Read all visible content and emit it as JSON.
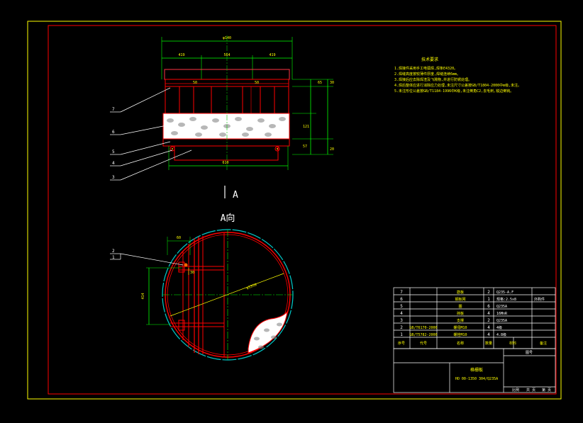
{
  "top_view": {
    "overall_width": "φ140",
    "segment_left": "419",
    "segment_mid": "564",
    "segment_right": "419",
    "bottom_width": "610",
    "inner_left": "50",
    "inner_right": "50",
    "right_dim_1": "65",
    "right_dim_2": "30",
    "right_dim_3": "121",
    "right_dim_4": "57",
    "right_dim_5": "20",
    "callouts": [
      "7",
      "6",
      "5",
      "4",
      "3"
    ],
    "view_mark": "A"
  },
  "plan_view": {
    "title": "A向",
    "dim_top": "60",
    "dim_small": "30",
    "dim_left": "414",
    "diameter": "φ1359",
    "callouts": [
      "2",
      "1"
    ]
  },
  "notes": {
    "title": "技术要求",
    "lines": [
      "1.焊接件采用手工电弧焊,焊条E4320。",
      "2.焊缝高度按较薄件厚度,焊缝连续6mm。",
      "3.焊接后应去除焊渣及飞溅物,并进行防锈处理。",
      "4.焊后整体应进行消除应力处理,未注尺寸公差按GB/T1804-2000中m级,未注。",
      "5.未注形位公差按GB/T1184-1996中K级,未注倒角C2,去毛刺,锐边倒钝。"
    ]
  },
  "bom": {
    "rows": [
      {
        "no": "7",
        "code": "",
        "name": "筋板",
        "qty": "2",
        "material": "Q235-A.F",
        "note": ""
      },
      {
        "no": "6",
        "code": "",
        "name": "钢板网",
        "qty": "1",
        "material": "规格:2.5x8",
        "note": "外购件"
      },
      {
        "no": "5",
        "code": "",
        "name": "圈",
        "qty": "6",
        "material": "Q235A",
        "note": ""
      },
      {
        "no": "4",
        "code": "",
        "name": "挡板",
        "qty": "4",
        "material": "16MnR",
        "note": ""
      },
      {
        "no": "3",
        "code": "",
        "name": "支撑",
        "qty": "2",
        "material": "Q235A",
        "note": ""
      },
      {
        "no": "2",
        "code": "GB/T6170-2000",
        "name": "螺母M10",
        "qty": "4",
        "material": "4级",
        "note": ""
      },
      {
        "no": "1",
        "code": "GB/T5782-2000",
        "name": "螺栓M10",
        "qty": "4",
        "material": "4.8级",
        "note": ""
      }
    ],
    "header": [
      "序号",
      "代号",
      "名称",
      "数量",
      "材料",
      "备注"
    ],
    "meta_left": "比例",
    "meta_mid": "共 页",
    "meta_right": "第 页",
    "top_meta": "图号"
  },
  "title_block": {
    "name": "格栅板",
    "spec": "HO 00-1350 304/Q235A"
  }
}
